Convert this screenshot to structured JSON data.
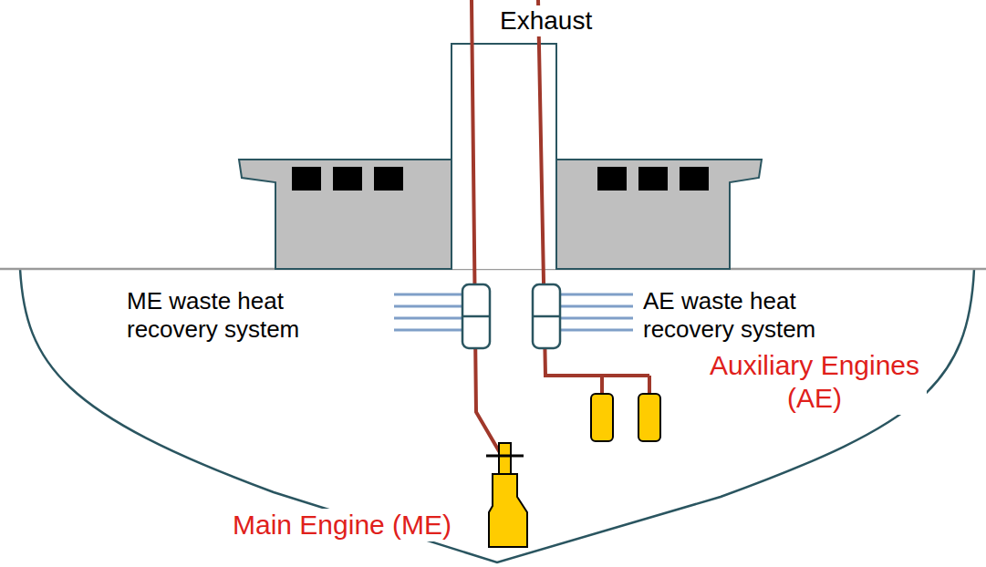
{
  "diagram": {
    "labels": [
      "Exhaust",
      "ME waste heat recovery system",
      "AE waste heat recovery system",
      "Main Engine (ME)",
      "Auxiliary Engines (AE)"
    ]
  }
}
